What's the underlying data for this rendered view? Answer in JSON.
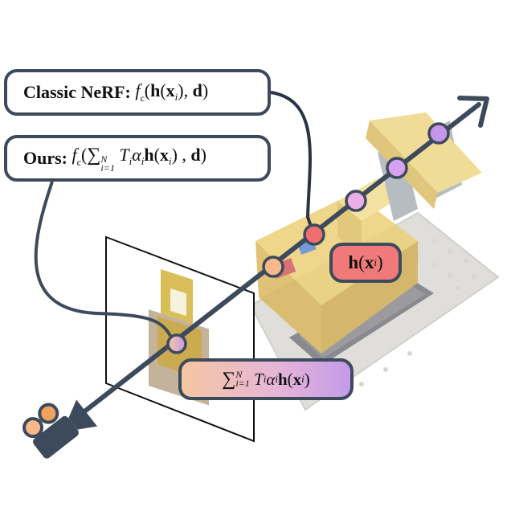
{
  "labels": {
    "classic_prefix": "Classic NeRF:",
    "ours_prefix": "Ours:",
    "point_feature": "h(x_i)",
    "weighted_sum": "∑_{i=1}^{N} T_i α_i h(x_i)"
  },
  "formula_parts": {
    "f": "f",
    "c": "c",
    "h": "h",
    "x": "x",
    "i": "i",
    "d": "d",
    "sum": "∑",
    "sum_upper": "N",
    "sum_lower": "i=1",
    "T": "T",
    "alpha": "α",
    "open": "(",
    "close": ")",
    "comma": ","
  },
  "colors": {
    "outline": "#3d4a5c",
    "point_orange": "#f5b98a",
    "point_red": "#ef6f6f",
    "point_pink": "#e9a7e9",
    "point_purple": "#c89be8",
    "feature_box": "#f07a7a",
    "gradient_start": "#f5c6a0",
    "gradient_end": "#c49be8"
  },
  "icons": {
    "camera": "video-camera-icon",
    "ray_arrow": "arrow-head-icon",
    "scene": "lego-bulldozer-render"
  }
}
